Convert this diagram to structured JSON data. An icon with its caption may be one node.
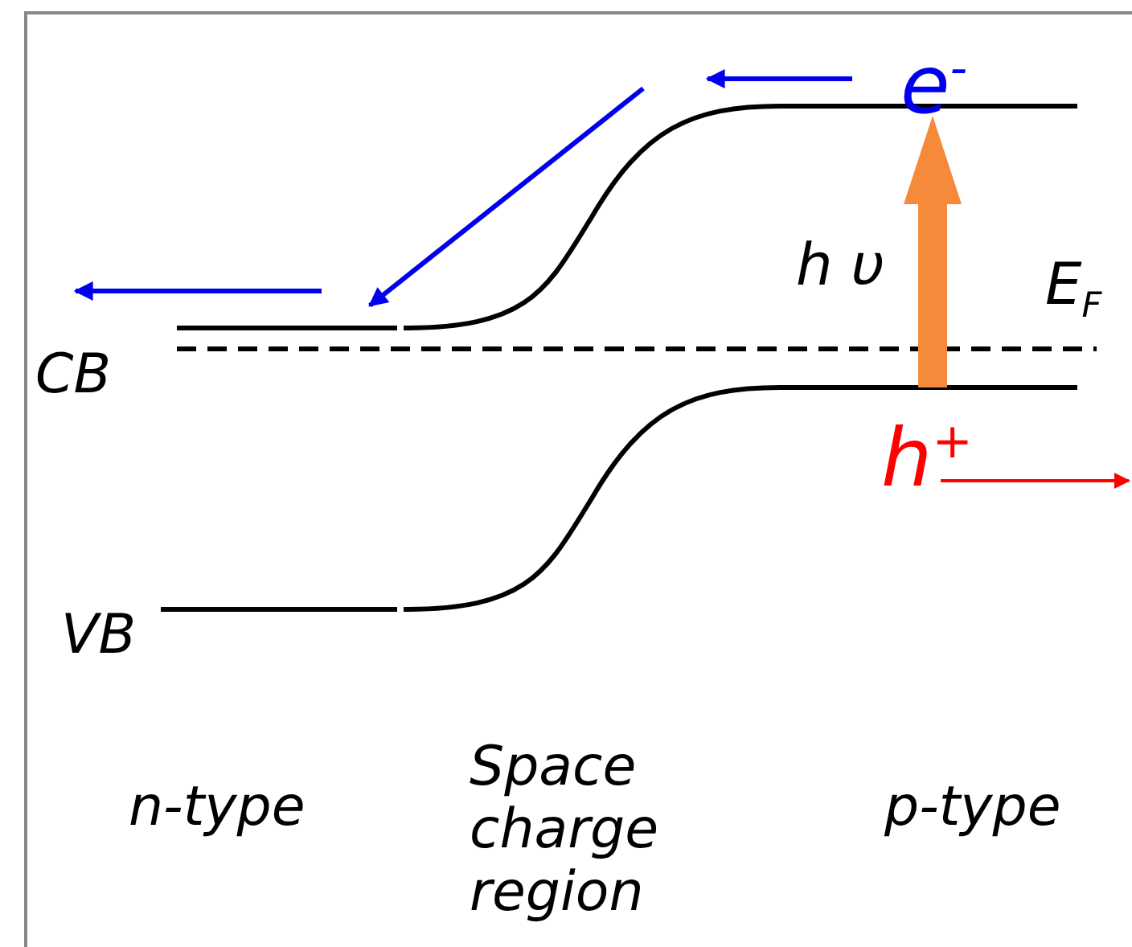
{
  "diagram": {
    "labels": [
      "e$^{-}$",
      "h υ",
      "E$_{F}$",
      "CB",
      "h$^{+}$",
      "VB",
      "n-type",
      "Space charge region",
      "p-type"
    ]
  }
}
